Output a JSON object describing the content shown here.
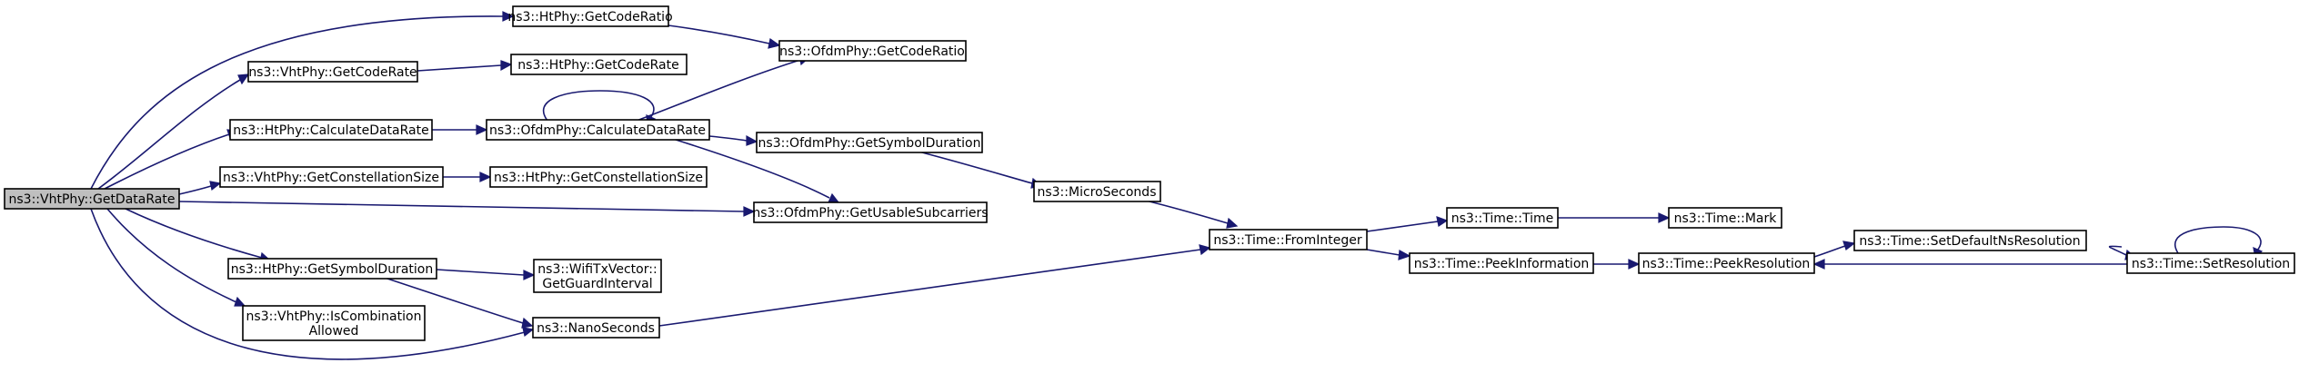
{
  "colors": {
    "edge": "#191970",
    "root_fill": "#bfbfbf",
    "node_fill": "#ffffff",
    "node_stroke": "#000000"
  },
  "nodes": {
    "root": "ns3::VhtPhy::GetDataRate",
    "ht_getcoderatio": "ns3::HtPhy::GetCodeRatio",
    "vht_getcoderate": "ns3::VhtPhy::GetCodeRate",
    "ht_getcoderate": "ns3::HtPhy::GetCodeRate",
    "ofdm_getcoderatio": "ns3::OfdmPhy::GetCodeRatio",
    "ht_calculatedatarate": "ns3::HtPhy::CalculateDataRate",
    "ofdm_calculatedatarate": "ns3::OfdmPhy::CalculateDataRate",
    "ofdm_getsymbolduration": "ns3::OfdmPhy::GetSymbolDuration",
    "vht_getconstellationsize": "ns3::VhtPhy::GetConstellationSize",
    "ht_getconstellationsize": "ns3::HtPhy::GetConstellationSize",
    "microseconds": "ns3::MicroSeconds",
    "ofdm_getusablesubcarriers": "ns3::OfdmPhy::GetUsableSubcarriers",
    "ht_getsymbolduration": "ns3::HtPhy::GetSymbolDuration",
    "wifitxvector_getguardinterval": [
      "ns3::WifiTxVector::",
      "GetGuardInterval"
    ],
    "vht_iscombinationallowed": [
      "ns3::VhtPhy::IsCombination",
      "Allowed"
    ],
    "nanoseconds": "ns3::NanoSeconds",
    "time_frominteger": "ns3::Time::FromInteger",
    "time_time": "ns3::Time::Time",
    "time_mark": "ns3::Time::Mark",
    "time_peekinformation": "ns3::Time::PeekInformation",
    "time_peekresolution": "ns3::Time::PeekResolution",
    "time_setdefaultnsresolution": "ns3::Time::SetDefaultNsResolution",
    "time_setresolution": "ns3::Time::SetResolution"
  }
}
